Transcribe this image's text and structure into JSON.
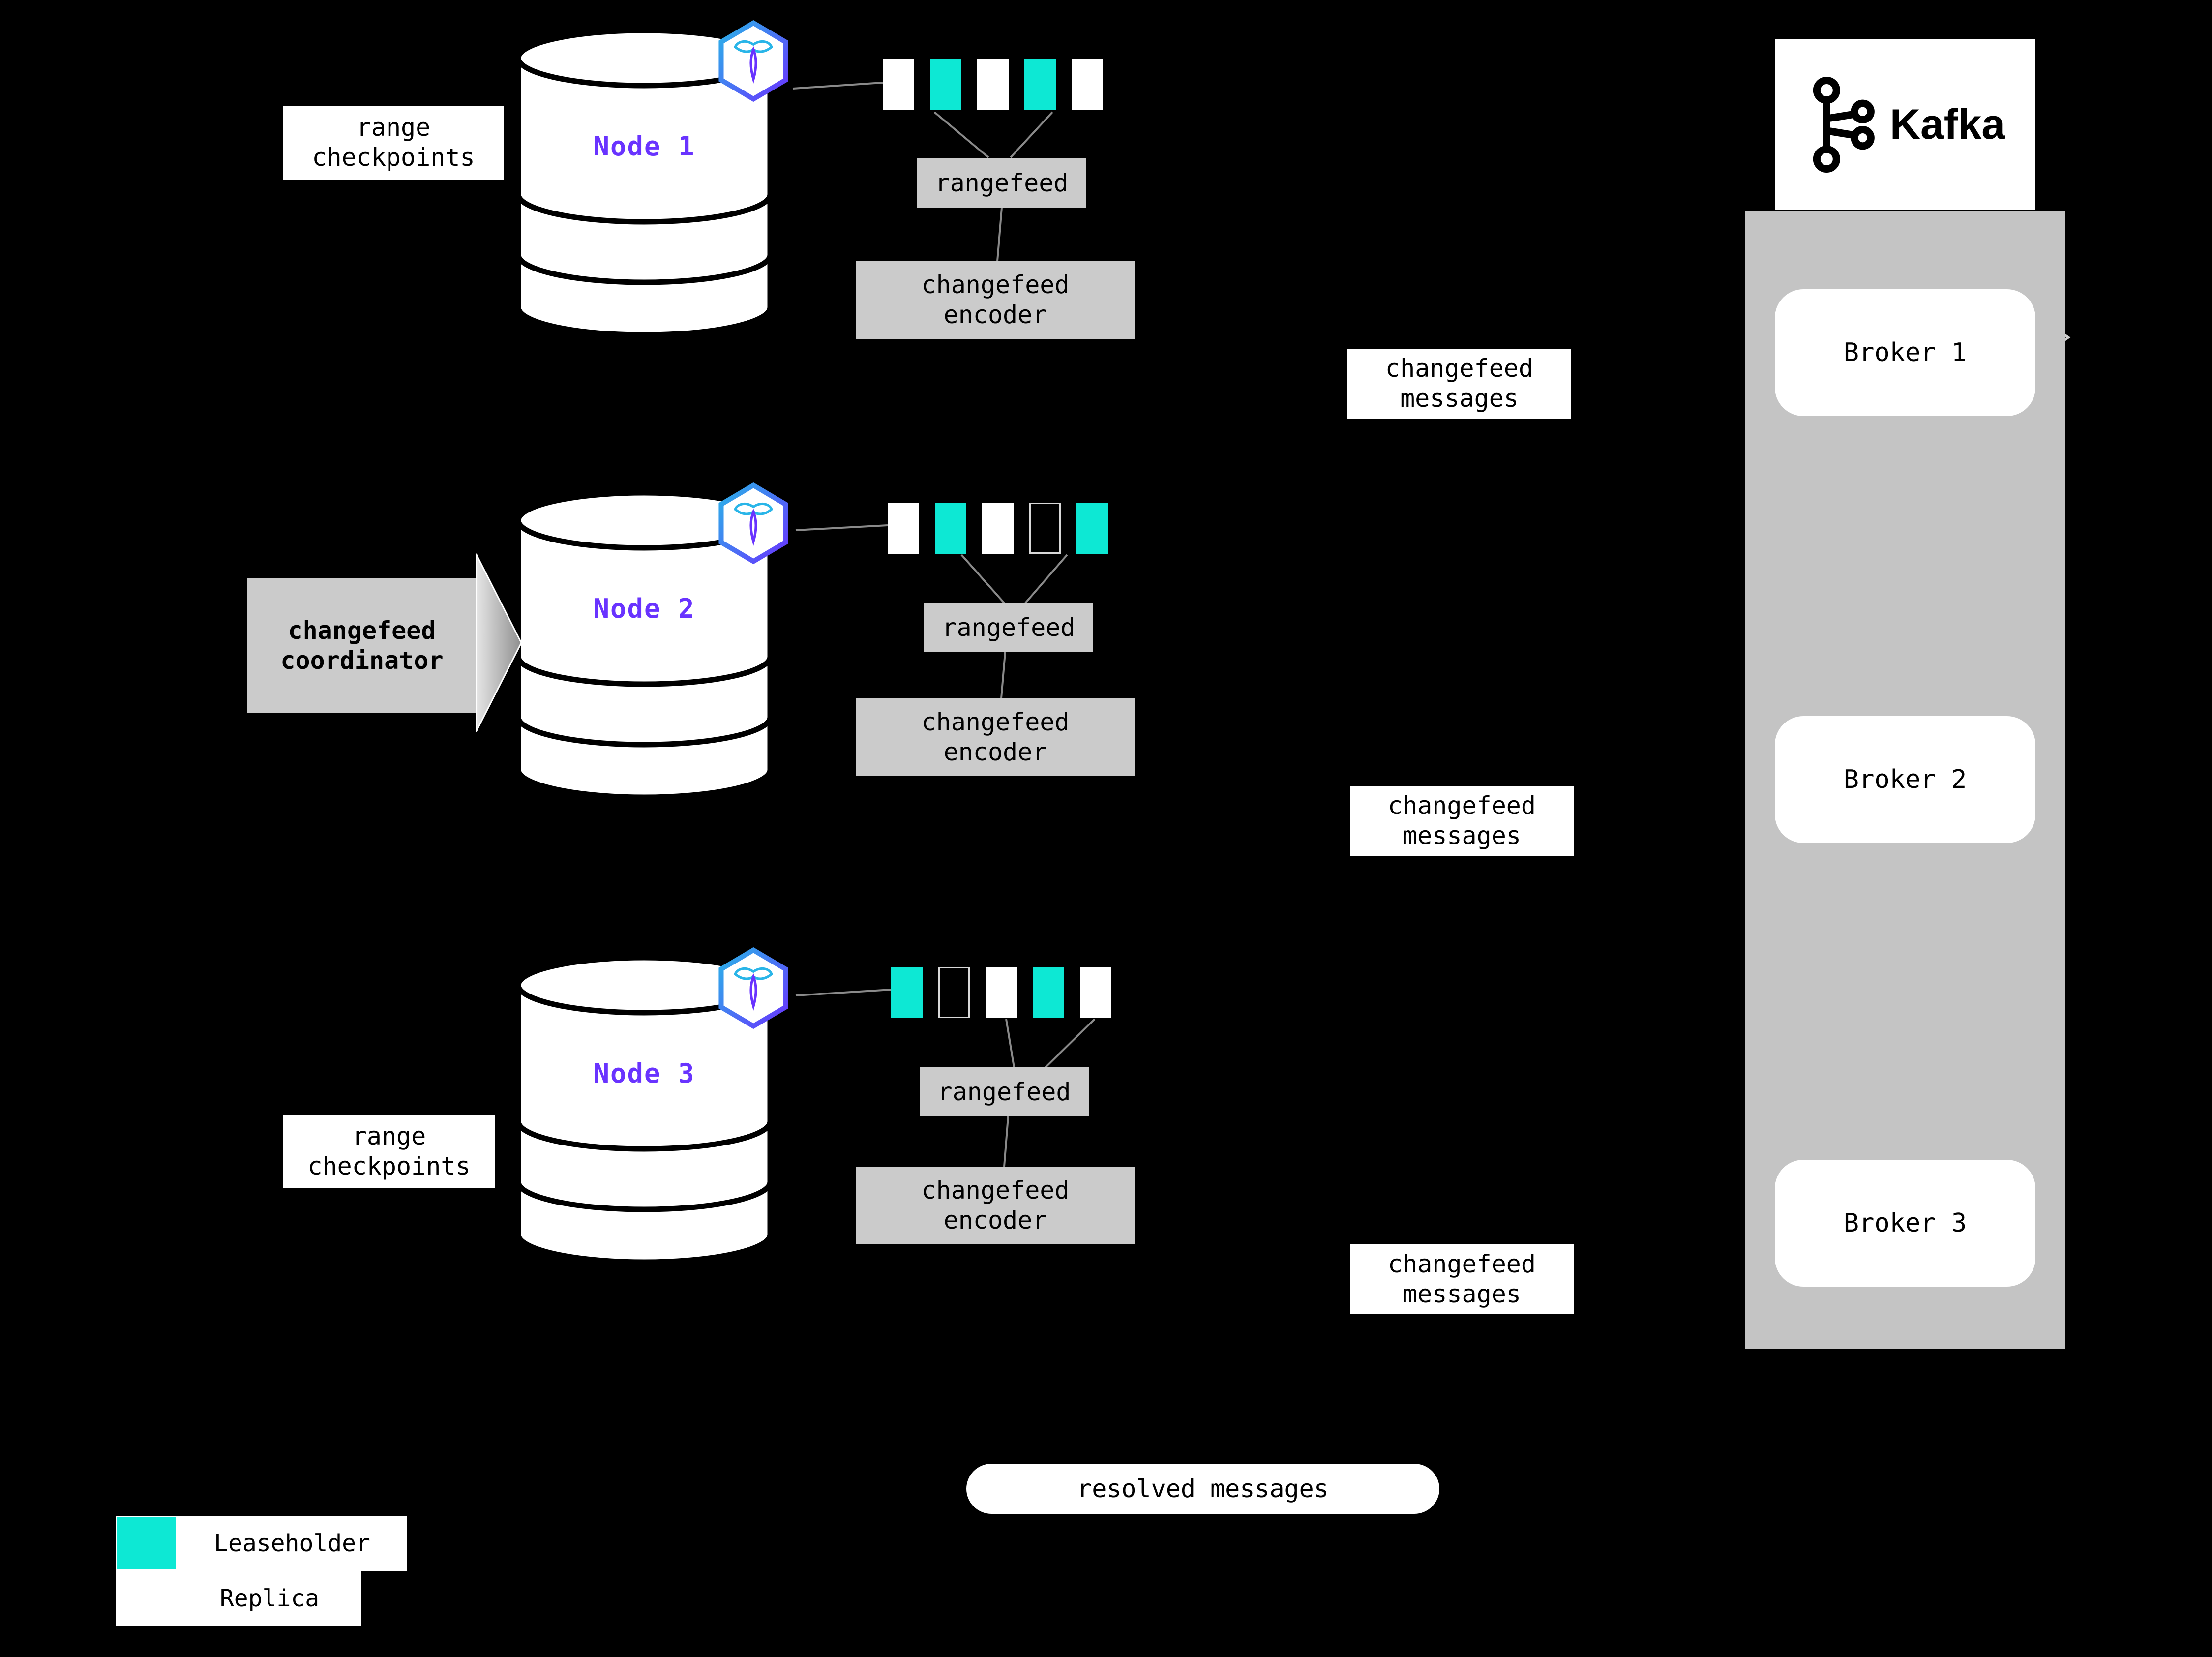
{
  "palette": {
    "background": "#000000",
    "leaseholder": "#0de8d4",
    "replica": "#ffffff",
    "node_name": "#6933ff",
    "box_gray": "#cbcbcb",
    "broker_bg": "#c4c4c4"
  },
  "nodes": [
    {
      "name": "Node 1",
      "ranges": [
        "replica",
        "leaseholder",
        "replica",
        "leaseholder",
        "replica"
      ],
      "rangefeed_label": "rangefeed",
      "encoder_label": "changefeed\nencoder"
    },
    {
      "name": "Node 2",
      "ranges": [
        "replica",
        "leaseholder",
        "replica",
        "outline",
        "leaseholder"
      ],
      "rangefeed_label": "rangefeed",
      "encoder_label": "changefeed\nencoder"
    },
    {
      "name": "Node 3",
      "ranges": [
        "leaseholder",
        "outline",
        "replica",
        "leaseholder",
        "replica"
      ],
      "rangefeed_label": "rangefeed",
      "encoder_label": "changefeed\nencoder"
    }
  ],
  "annotations": {
    "range_checkpoints_top": "range\ncheckpoints",
    "range_checkpoints_bottom": "range\ncheckpoints",
    "coordinator": "changefeed\ncoordinator",
    "messages_1": "changefeed\nmessages",
    "messages_2": "changefeed\nmessages",
    "messages_3": "changefeed\nmessages",
    "resolved": "resolved messages"
  },
  "kafka": {
    "brand": "Kafka",
    "brokers": [
      {
        "label": "Broker 1"
      },
      {
        "label": "Broker 2"
      },
      {
        "label": "Broker 3"
      }
    ]
  },
  "legend": [
    {
      "type": "leaseholder",
      "label": "Leaseholder"
    },
    {
      "type": "replica",
      "label": "Replica"
    }
  ],
  "icons": {
    "node_badge": "cockroachdb-icon",
    "kafka": "kafka-logo-icon"
  }
}
